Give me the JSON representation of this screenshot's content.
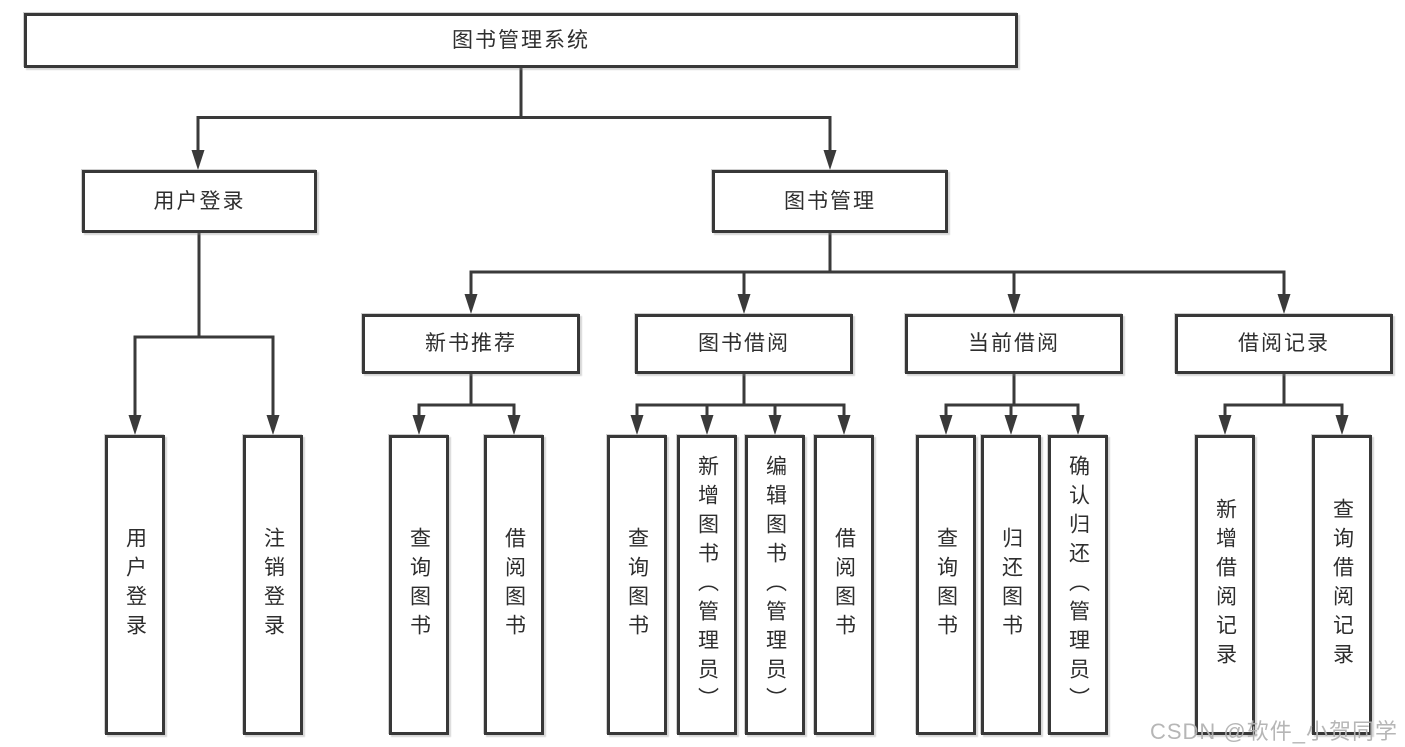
{
  "tree": {
    "root": {
      "label": "图书管理系统"
    },
    "user_login": {
      "label": "用户登录",
      "children": [
        {
          "label": "用户登录"
        },
        {
          "label": "注销登录"
        }
      ]
    },
    "book_management": {
      "label": "图书管理",
      "groups": [
        {
          "label": "新书推荐",
          "children": [
            {
              "label": "查询图书"
            },
            {
              "label": "借阅图书"
            }
          ]
        },
        {
          "label": "图书借阅",
          "children": [
            {
              "label": "查询图书"
            },
            {
              "label": "新增图书（管理员）"
            },
            {
              "label": "编辑图书（管理员）"
            },
            {
              "label": "借阅图书"
            }
          ]
        },
        {
          "label": "当前借阅",
          "children": [
            {
              "label": "查询图书"
            },
            {
              "label": "归还图书"
            },
            {
              "label": "确认归还（管理员）"
            }
          ]
        },
        {
          "label": "借阅记录",
          "children": [
            {
              "label": "新增借阅记录"
            },
            {
              "label": "查询借阅记录"
            }
          ]
        }
      ]
    }
  },
  "watermark": "CSDN @软件_小贺同学",
  "colors": {
    "line": "#3a3a3a",
    "box_border": "#383838",
    "box_background": "#ffffff",
    "text": "#2e2e2e",
    "watermark": "#b2b2b2"
  }
}
